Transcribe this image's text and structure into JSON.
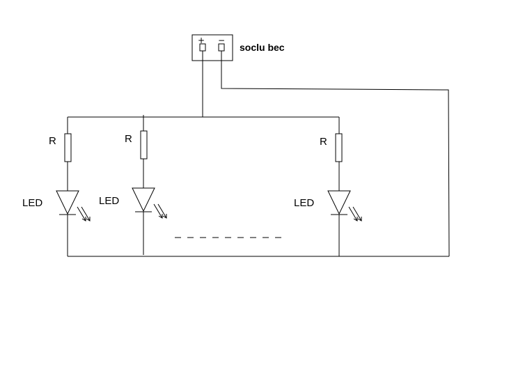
{
  "socket": {
    "label": "soclu bec",
    "plus": "+",
    "minus": "−"
  },
  "branches": [
    {
      "resistor_label": "R",
      "led_label": "LED"
    },
    {
      "resistor_label": "R",
      "led_label": "LED"
    },
    {
      "resistor_label": "R",
      "led_label": "LED"
    }
  ],
  "colors": {
    "line": "#000000",
    "background": "#ffffff"
  }
}
